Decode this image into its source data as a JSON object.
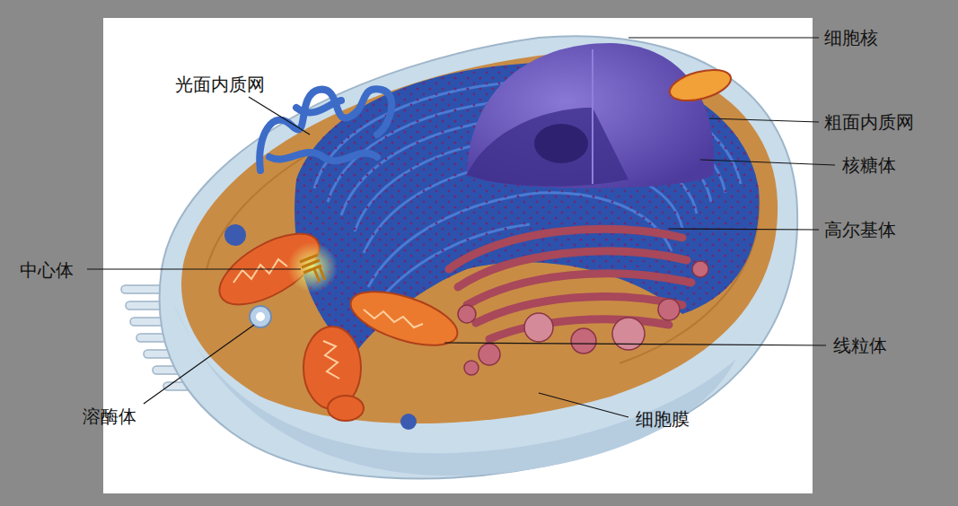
{
  "diagram": {
    "labels": [
      "细胞核",
      "光面内质网",
      "粗面内质网",
      "核糖体",
      "高尔基体",
      "中心体",
      "线粒体",
      "溶酶体",
      "细胞膜"
    ]
  }
}
